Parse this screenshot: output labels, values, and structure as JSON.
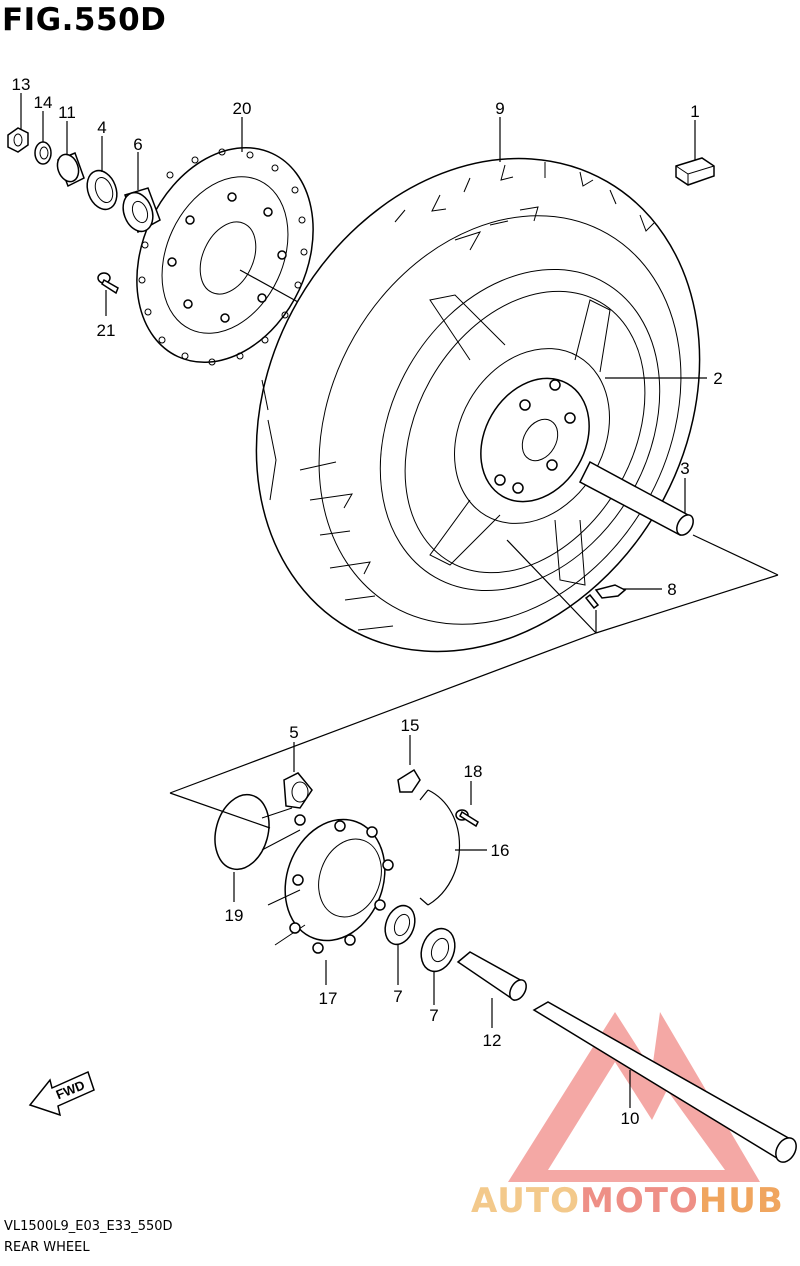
{
  "figure": {
    "title": "FIG.550D"
  },
  "footer": {
    "model_code": "VL1500L9_E03_E33_550D",
    "section_name": "REAR WHEEL"
  },
  "watermark": {
    "part1": "AUTO",
    "part2": "MOTO",
    "part3": "HUB"
  },
  "fwd_label": "FWD",
  "callouts": {
    "c1": "1",
    "c2": "2",
    "c3": "3",
    "c4": "4",
    "c5": "5",
    "c6": "6",
    "c7a": "7",
    "c7b": "7",
    "c8": "8",
    "c9": "9",
    "c10": "10",
    "c11": "11",
    "c12": "12",
    "c13": "13",
    "c14": "14",
    "c15": "15",
    "c16": "16",
    "c17": "17",
    "c18": "18",
    "c19": "19",
    "c20": "20",
    "c21": "21"
  },
  "colors": {
    "watermark_triangle": "#e8403a",
    "watermark_auto": "#f3c98b",
    "watermark_moto": "#ee8f86",
    "watermark_hub": "#f0a55e"
  }
}
